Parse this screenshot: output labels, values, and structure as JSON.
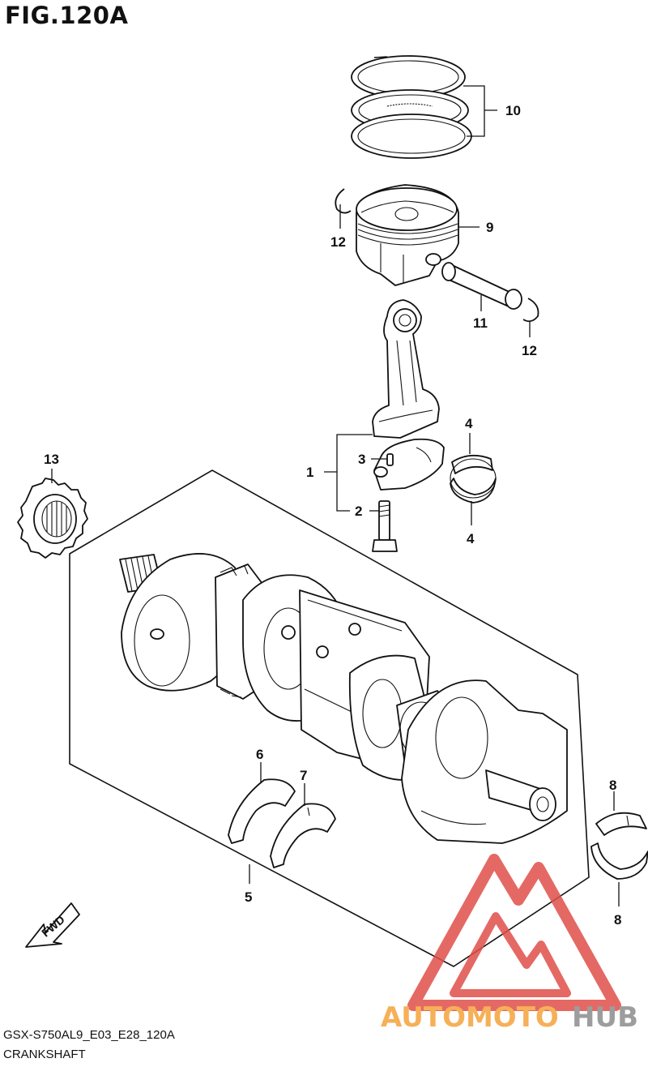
{
  "figure": {
    "title": "FIG.120A"
  },
  "footer": {
    "code": "GSX-S750AL9_E03_E28_120A",
    "name": "CRANKSHAFT"
  },
  "direction_label": "FWD",
  "callouts": [
    {
      "id": "10",
      "label": "10"
    },
    {
      "id": "9",
      "label": "9"
    },
    {
      "id": "12a",
      "label": "12"
    },
    {
      "id": "11",
      "label": "11"
    },
    {
      "id": "12b",
      "label": "12"
    },
    {
      "id": "4a",
      "label": "4"
    },
    {
      "id": "3",
      "label": "3"
    },
    {
      "id": "1",
      "label": "1"
    },
    {
      "id": "2",
      "label": "2"
    },
    {
      "id": "4b",
      "label": "4"
    },
    {
      "id": "13",
      "label": "13"
    },
    {
      "id": "6",
      "label": "6"
    },
    {
      "id": "7",
      "label": "7"
    },
    {
      "id": "5",
      "label": "5"
    },
    {
      "id": "8a",
      "label": "8"
    },
    {
      "id": "8b",
      "label": "8"
    }
  ],
  "watermark": {
    "text_orange": "AUTOMOTO",
    "text_gray": "HUB",
    "color_red": "#e0504a",
    "color_orange": "#f5a33a",
    "color_gray": "#8c8c8c"
  }
}
